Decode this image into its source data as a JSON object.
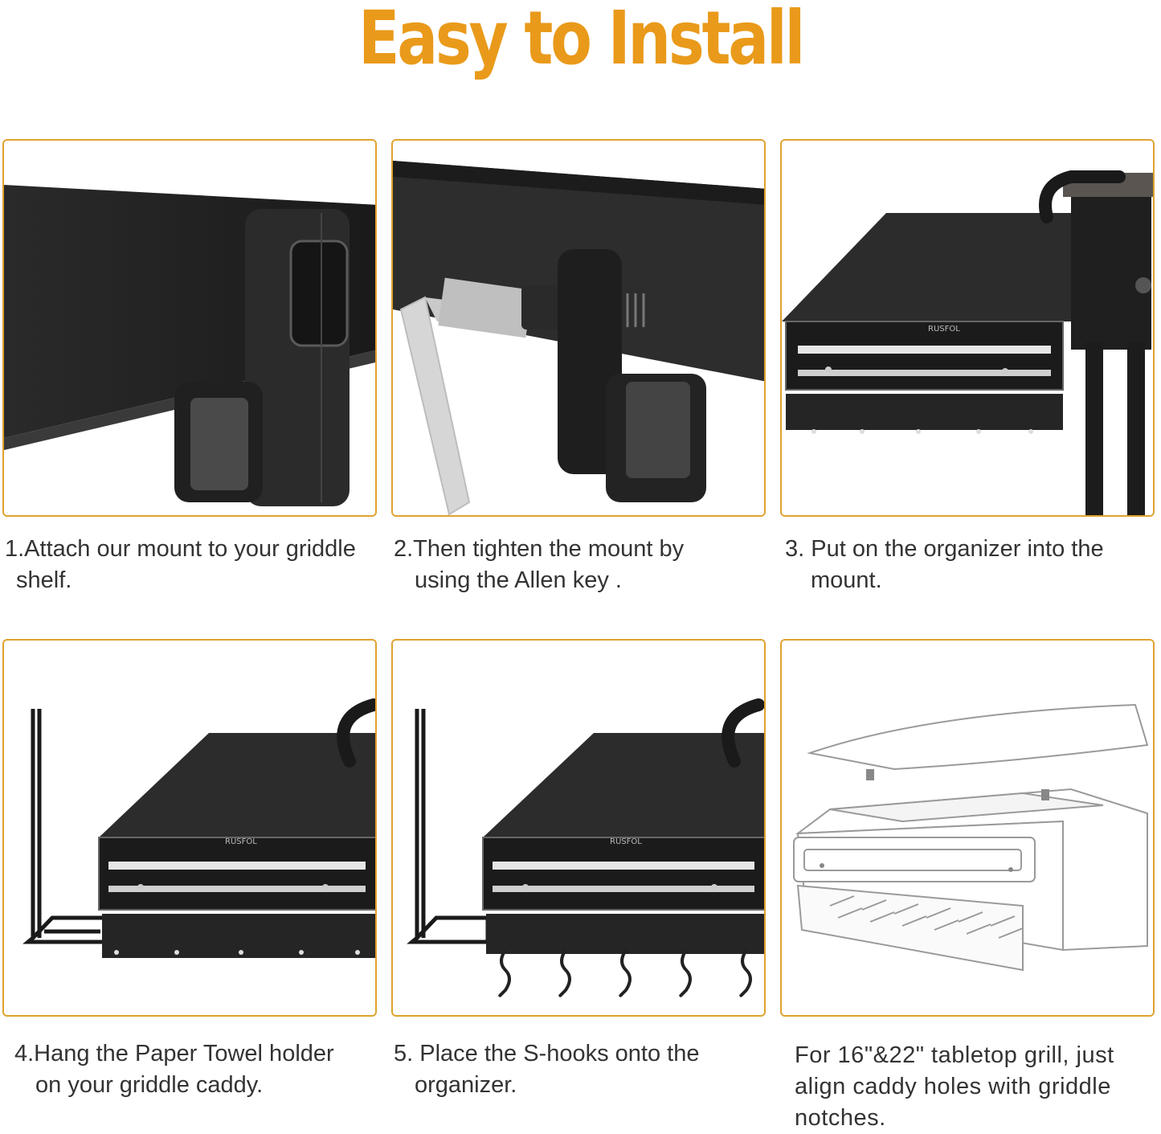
{
  "title": "Easy to Install",
  "accent_color": "#e99a1a",
  "frame_color": "#e0a22e",
  "brand_mark": "RUSFOL",
  "steps": [
    {
      "caption_line1": "1.Attach our mount to your griddle",
      "caption_line2": "shelf.",
      "image": "mount-clip-on-shelf"
    },
    {
      "caption_line1": "2.Then tighten the mount by",
      "caption_line2": "using the Allen key .",
      "image": "allen-key-tighten"
    },
    {
      "caption_line1": "3. Put on the organizer into the",
      "caption_line2": "mount.",
      "image": "organizer-on-griddle"
    },
    {
      "caption_line1": "4.Hang the Paper Towel holder",
      "caption_line2": "on your griddle caddy.",
      "image": "paper-towel-holder"
    },
    {
      "caption_line1": "5. Place the S-hooks onto the",
      "caption_line2": "organizer.",
      "image": "s-hooks"
    },
    {
      "caption_line1": "For 16\"&22\" tabletop grill, just",
      "caption_line2": "align caddy holes with griddle",
      "caption_line3": "notches.",
      "image": "tabletop-grill-outline"
    }
  ]
}
